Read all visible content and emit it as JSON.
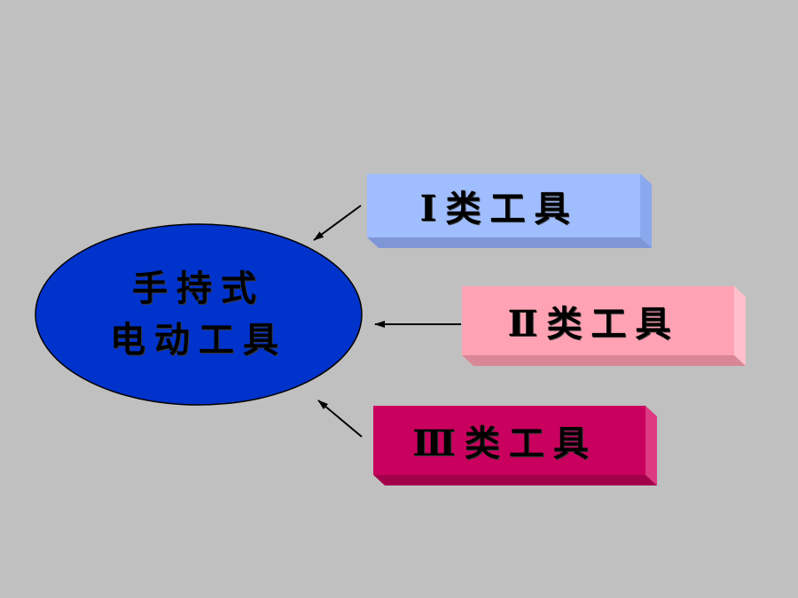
{
  "diagram": {
    "center": {
      "line1": "手持式",
      "line2": "电动工具"
    },
    "boxes": [
      {
        "label": "Ⅰ类工具"
      },
      {
        "label": "Ⅱ类工具"
      },
      {
        "label": "Ⅲ类工具"
      }
    ]
  },
  "colors": {
    "background": "#c0c0c0",
    "center_fill": "#0033cc",
    "box_1": "#a0bdfd",
    "box_2": "#ffa2b3",
    "box_3": "#c9005e",
    "connector": "#000000"
  }
}
